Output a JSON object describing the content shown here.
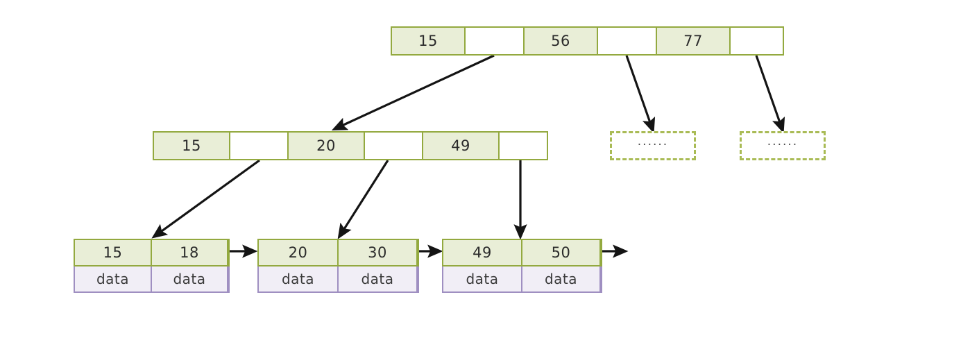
{
  "diagram": {
    "type": "b-plus-tree",
    "title": "",
    "colors": {
      "index_border": "#93a93f",
      "key_fill": "#e9eed7",
      "pointer_fill": "#ffffff",
      "data_border": "#9f8fc1",
      "data_fill": "#f1eef6",
      "arrow": "#1a1a1a",
      "dashed_border": "#a9bb55",
      "background": "#ffffff"
    },
    "levels": [
      {
        "name": "root",
        "node_id": "root-node",
        "cells": [
          {
            "kind": "key",
            "label": "15"
          },
          {
            "kind": "pointer",
            "label": ""
          },
          {
            "kind": "key",
            "label": "56"
          },
          {
            "kind": "pointer",
            "label": ""
          },
          {
            "kind": "key",
            "label": "77"
          },
          {
            "kind": "pointer",
            "label": ""
          }
        ]
      },
      {
        "name": "internal",
        "node_id": "internal-node",
        "cells": [
          {
            "kind": "key",
            "label": "15"
          },
          {
            "kind": "pointer",
            "label": ""
          },
          {
            "kind": "key",
            "label": "20"
          },
          {
            "kind": "pointer",
            "label": ""
          },
          {
            "kind": "key",
            "label": "49"
          },
          {
            "kind": "pointer",
            "label": ""
          }
        ]
      }
    ],
    "leaves": [
      {
        "node_id": "leaf-node-1",
        "keys": [
          "15",
          "18"
        ],
        "data": [
          "data",
          "data"
        ]
      },
      {
        "node_id": "leaf-node-2",
        "keys": [
          "20",
          "30"
        ],
        "data": [
          "data",
          "data"
        ]
      },
      {
        "node_id": "leaf-node-3",
        "keys": [
          "49",
          "50"
        ],
        "data": [
          "data",
          "data"
        ]
      }
    ],
    "placeholders": [
      {
        "node_id": "placeholder-1",
        "label": "······"
      },
      {
        "node_id": "placeholder-2",
        "label": "······"
      }
    ],
    "links": [
      {
        "from": "root-pointer-1",
        "to": "internal-node",
        "style": "solid-arrow"
      },
      {
        "from": "root-pointer-2",
        "to": "placeholder-1",
        "style": "solid-arrow"
      },
      {
        "from": "root-pointer-3",
        "to": "placeholder-2",
        "style": "solid-arrow"
      },
      {
        "from": "internal-pointer-1",
        "to": "leaf-node-1",
        "style": "solid-arrow"
      },
      {
        "from": "internal-pointer-2",
        "to": "leaf-node-2",
        "style": "solid-arrow"
      },
      {
        "from": "internal-pointer-3",
        "to": "leaf-node-3",
        "style": "solid-arrow"
      },
      {
        "from": "leaf-node-1",
        "to": "leaf-node-2",
        "style": "sibling-arrow"
      },
      {
        "from": "leaf-node-2",
        "to": "leaf-node-3",
        "style": "sibling-arrow"
      },
      {
        "from": "leaf-node-3",
        "to": "next",
        "style": "sibling-arrow"
      }
    ]
  }
}
